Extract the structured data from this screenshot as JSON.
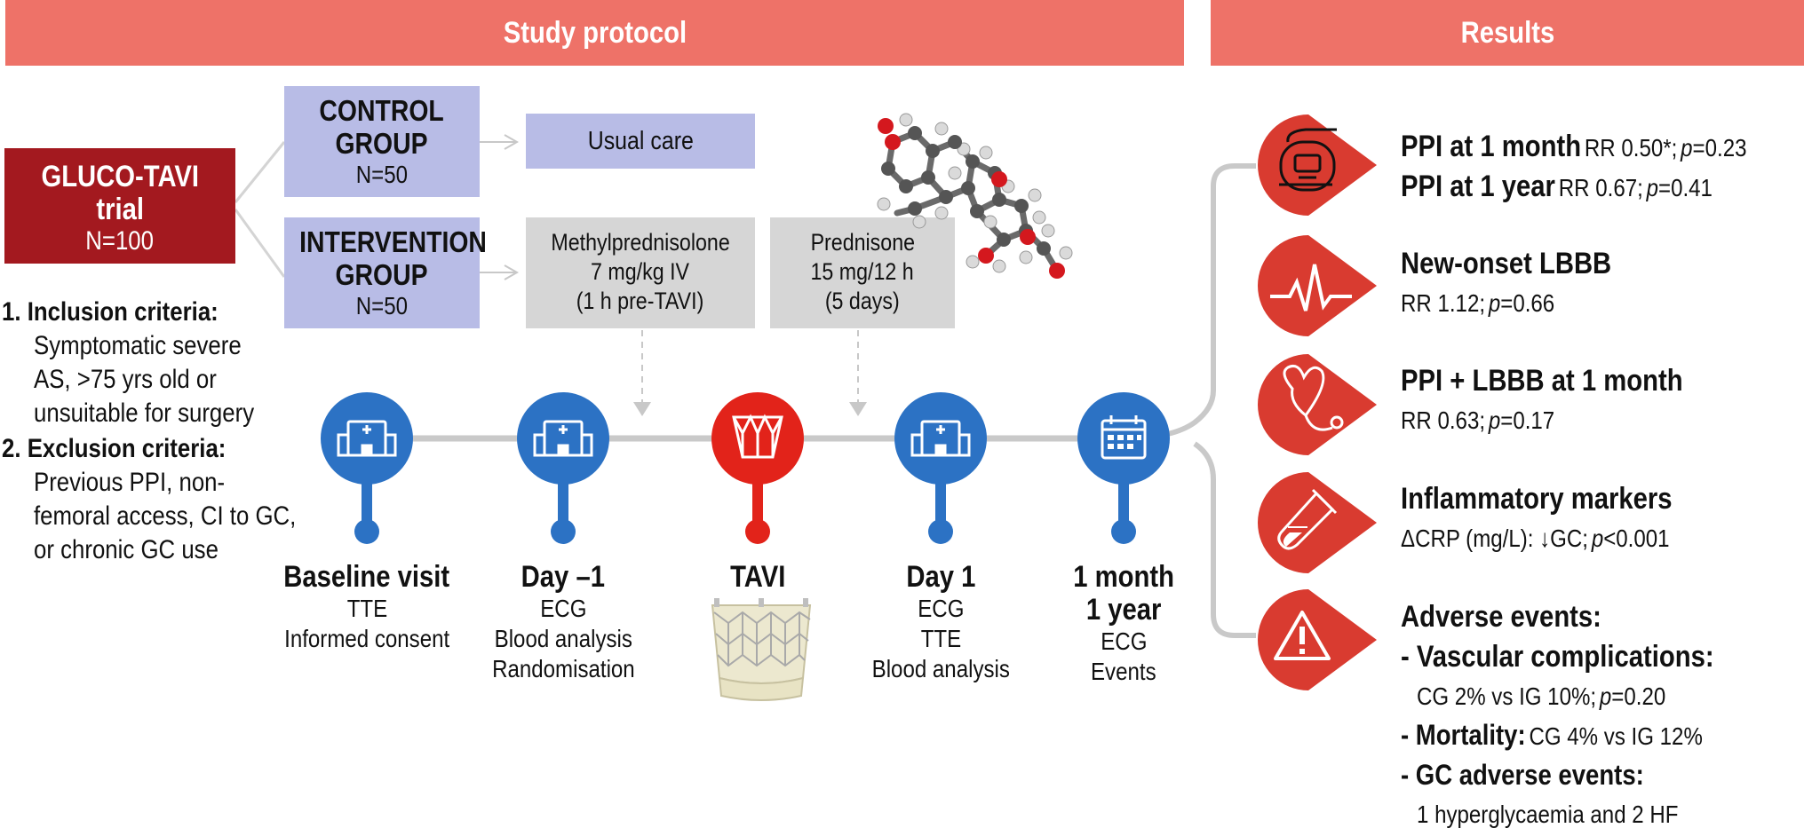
{
  "headers": {
    "protocol": "Study protocol",
    "results": "Results"
  },
  "trial": {
    "name_line1": "GLUCO-TAVI",
    "name_line2": "trial",
    "n": "N=100"
  },
  "groups": {
    "control": {
      "line1": "CONTROL",
      "line2": "GROUP",
      "n": "N=50",
      "treatment": "Usual care"
    },
    "intervention": {
      "line1": "INTERVENTION",
      "line2": "GROUP",
      "n": "N=50"
    }
  },
  "drugs": {
    "methyl": {
      "l1": "Methylprednisolone",
      "l2": "7 mg/kg IV",
      "l3": "(1 h pre-TAVI)"
    },
    "pred": {
      "l1": "Prednisone",
      "l2": "15 mg/12 h",
      "l3": "(5 days)"
    }
  },
  "criteria": {
    "inclusion": {
      "num": "1.",
      "title": "Inclusion criteria:",
      "lines": [
        "Symptomatic severe",
        "AS, >75 yrs old or",
        "unsuitable for surgery"
      ]
    },
    "exclusion": {
      "num": "2.",
      "title": "Exclusion criteria:",
      "lines": [
        "Previous PPI, non-",
        "femoral access, CI to GC,",
        "or chronic GC use"
      ]
    }
  },
  "timeline": [
    {
      "title": "Baseline visit",
      "title2": "",
      "items": [
        "TTE",
        "Informed consent"
      ],
      "icon": "hospital-icon",
      "color": "#2c72c4"
    },
    {
      "title": "Day –1",
      "title2": "",
      "items": [
        "ECG",
        "Blood analysis",
        "Randomisation"
      ],
      "icon": "hospital-icon",
      "color": "#2c72c4"
    },
    {
      "title": "TAVI",
      "title2": "",
      "items": [],
      "icon": "valve-icon",
      "color": "#e2231a"
    },
    {
      "title": "Day 1",
      "title2": "",
      "items": [
        "ECG",
        "TTE",
        "Blood analysis"
      ],
      "icon": "hospital-icon",
      "color": "#2c72c4"
    },
    {
      "title": "1 month",
      "title2": "1 year",
      "items": [
        "ECG",
        "Events"
      ],
      "icon": "calendar-icon",
      "color": "#2c72c4"
    }
  ],
  "results": {
    "ppi": {
      "l1_bold": "PPI at 1 month",
      "l1_rr": "RR 0.50*;",
      "l1_p": "p",
      "l1_pv": "=0.23",
      "l2_bold": "PPI at 1 year",
      "l2_rr": "RR 0.67;",
      "l2_p": "p",
      "l2_pv": "=0.41"
    },
    "lbbb": {
      "title": "New-onset LBBB",
      "rr": "RR 1.12;",
      "p": "p",
      "pv": "=0.66"
    },
    "combo": {
      "title": "PPI + LBBB at 1 month",
      "rr": "RR 0.63;",
      "p": "p",
      "pv": "=0.17"
    },
    "inflam": {
      "title": "Inflammatory markers",
      "pre": "ΔCRP (mg/L): ",
      "arrow": "↓",
      "mid": "GC;",
      "p": "p",
      "pv": "<0.001"
    },
    "adverse": {
      "title": "Adverse events:",
      "vasc_bold": "- Vascular complications:",
      "vasc_text": "CG 2% vs IG 10%;",
      "vasc_p": "p",
      "vasc_pv": "=0.20",
      "mort_bold": "- Mortality:",
      "mort_text": "CG 4% vs IG 12%",
      "gc_bold": "- GC adverse events:",
      "gc_text": "1 hyperglycaemia and 2 HF"
    }
  },
  "colors": {
    "header": "#ee7268",
    "trial": "#a3191f",
    "group": "#b8bce6",
    "grey": "#d6d6d6",
    "blue": "#2c72c4",
    "red": "#e2231a",
    "result_icon": "#d93b30"
  }
}
